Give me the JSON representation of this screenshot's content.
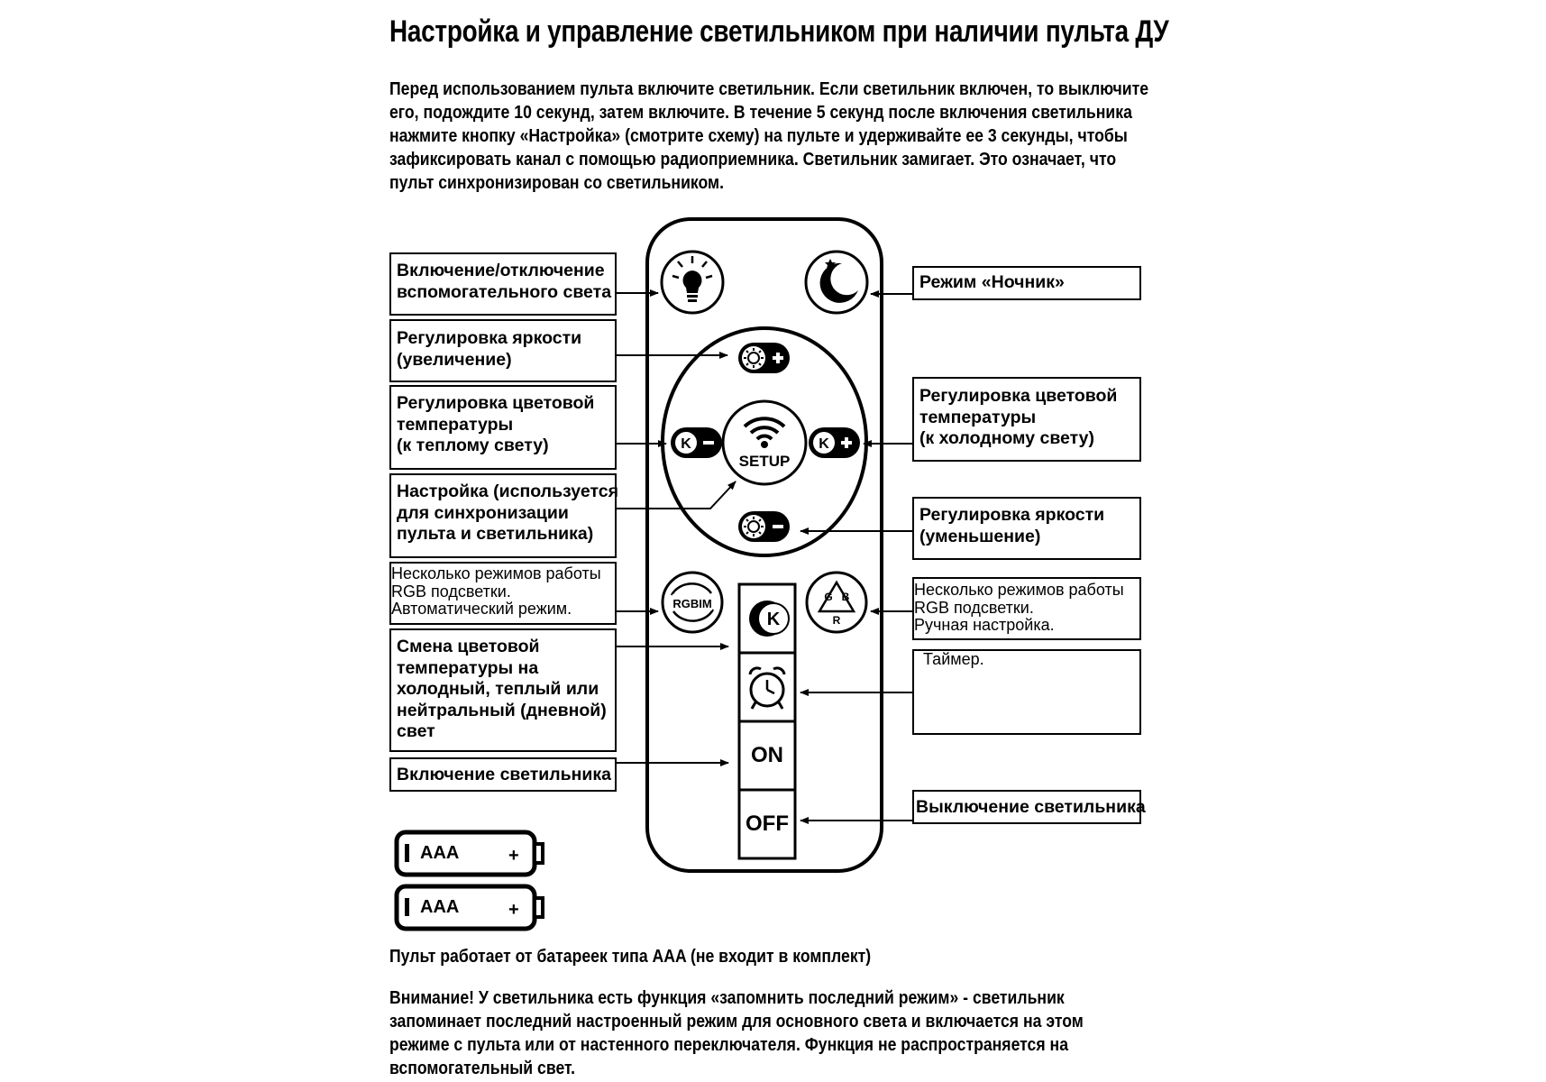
{
  "title": "Настройка и управление светильником при наличии пульта ДУ",
  "intro_lines": [
    "Перед использованием пульта включите светильник. Если светильник включен, то выключите",
    "его, подождите 10 секунд, затем включите. В течение 5 секунд после включения светильника",
    "нажмите кнопку «Настройка» (смотрите схему) на пульте и удерживайте ее 3 секунды, чтобы",
    "зафиксировать канал с помощью радиоприемника. Светильник замигает. Это означает, что",
    "пульт синхронизирован со светильником."
  ],
  "left_labels": [
    {
      "lines": [
        "Включение/отключение",
        "вспомогательного света"
      ]
    },
    {
      "lines": [
        "Регулировка яркости",
        "(увеличение)"
      ]
    },
    {
      "lines": [
        "Регулировка цветовой",
        "температуры",
        "(к теплому свету)"
      ]
    },
    {
      "lines": [
        "Настройка (используется",
        "для синхронизации",
        "пульта и светильника)"
      ]
    },
    {
      "lines": [
        "Несколько режимов работы",
        "RGB подсветки.",
        "Автоматический режим."
      ]
    },
    {
      "lines": [
        "Смена цветовой",
        "температуры на",
        "холодный, теплый или",
        "нейтральный (дневной)",
        "свет"
      ]
    },
    {
      "lines": [
        "Включение светильника"
      ]
    }
  ],
  "right_labels": [
    {
      "lines": [
        "Режим «Ночник»"
      ]
    },
    {
      "lines": [
        "Регулировка цветовой",
        "температуры",
        "(к холодному свету)"
      ]
    },
    {
      "lines": [
        "Регулировка яркости",
        "(уменьшение)"
      ]
    },
    {
      "lines": [
        "Несколько режимов работы",
        "RGB подсветки.",
        "Ручная настройка."
      ]
    },
    {
      "lines": [
        "Таймер."
      ]
    },
    {
      "lines": [
        "Выключение светильника"
      ]
    }
  ],
  "remote": {
    "setup_label": "SETUP",
    "on_label": "ON",
    "off_label": "OFF",
    "rgb_auto_label": "RGBIM",
    "kelvin_letter": "K",
    "rgb_letters": [
      "G",
      "B",
      "R"
    ],
    "icons": [
      "bulb-icon",
      "moon-icon",
      "brightness-up-icon",
      "brightness-down-icon",
      "kelvin-minus-icon",
      "kelvin-plus-icon",
      "wifi-icon",
      "rgb-auto-icon",
      "rgb-manual-icon",
      "kelvin-cycle-icon",
      "alarm-clock-icon"
    ]
  },
  "batteries": [
    {
      "label": "AAA",
      "plus": "+"
    },
    {
      "label": "AAA",
      "plus": "+"
    }
  ],
  "battery_note": "Пульт работает от батареек типа AAA (не входит в комплект)",
  "warning_lines": [
    "Внимание! У светильника есть функция «запомнить последний режим» - светильник",
    "запоминает последний настроенный режим для основного света и включается на этом",
    "режиме с пульта или от настенного переключателя. Функция не распространяется на",
    "вспомогательный свет."
  ]
}
